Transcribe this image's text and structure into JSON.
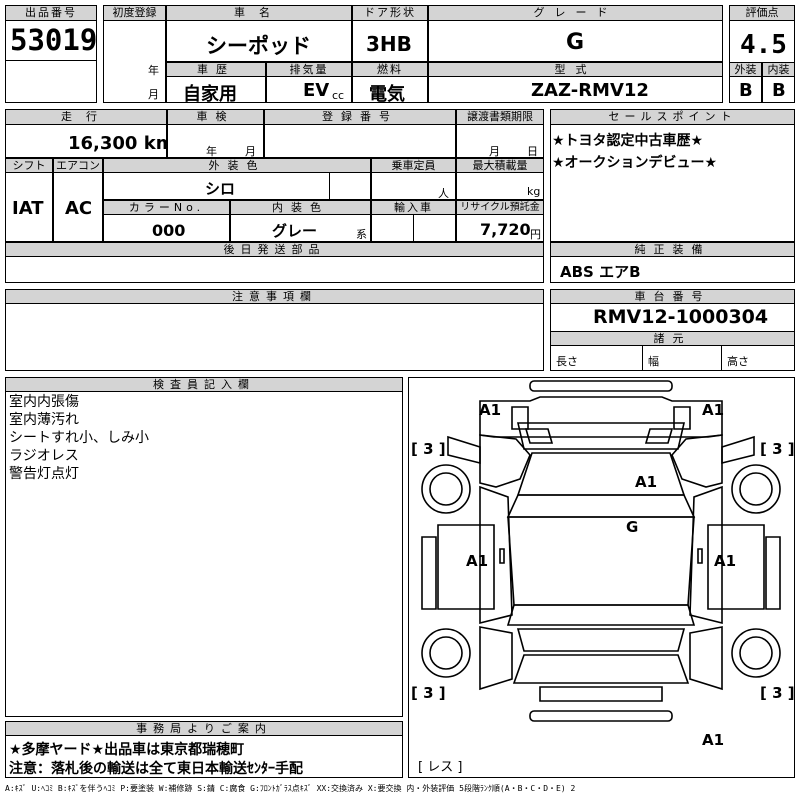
{
  "header": {
    "lot_label": "出品番号",
    "lot_no": "53019",
    "first_reg_label": "初度登録",
    "year_unit": "年",
    "month_unit": "月",
    "car_name_label": "車名",
    "car_name": "シーポッド",
    "door_label": "ドア形状",
    "door": "3HB",
    "grade_label": "グレード",
    "grade": "G",
    "score_label": "評価点",
    "score": "4.5",
    "history_label": "車歴",
    "history": "自家用",
    "displacement_label": "排気量",
    "displacement": "EV",
    "displacement_unit": "cc",
    "fuel_label": "燃料",
    "fuel": "電気",
    "model_label": "型式",
    "model": "ZAZ-RMV12",
    "exterior_label": "外装",
    "exterior": "B",
    "interior_label": "内装",
    "interior": "B"
  },
  "row2": {
    "mileage_label": "走行",
    "mileage": "16,300 km",
    "inspection_label": "車検",
    "inspection_year": "年",
    "inspection_month": "月",
    "reg_no_label": "登録番号",
    "transfer_label": "譲渡書類期限",
    "transfer_month": "月",
    "transfer_day": "日",
    "sales_label": "セールスポイント",
    "sales_points": [
      "★トヨタ認定中古車歴★",
      "★オークションデビュー★"
    ]
  },
  "row3": {
    "shift_label": "シフト",
    "shift": "IAT",
    "ac_label": "エアコン",
    "ac": "AC",
    "ext_color_label": "外装色",
    "ext_color": "シロ",
    "capacity_label": "乗車定員",
    "capacity_unit": "人",
    "load_label": "最大積載量",
    "load_unit": "kg",
    "color_no_label": "カラーNo.",
    "color_no": "000",
    "int_color_label": "内装色",
    "int_color": "グレー",
    "int_color_suffix": "系",
    "import_label": "輸入車",
    "recycle_label": "リサイクル預託金",
    "recycle": "7,720",
    "recycle_unit": "円"
  },
  "parts": {
    "later_label": "後日発送部品",
    "genuine_label": "純正装備",
    "genuine": "ABS エアB"
  },
  "notes": {
    "notes_label": "注意事項欄"
  },
  "chassis": {
    "chassis_label": "車台番号",
    "chassis_no": "RMV12-1000304",
    "dims_label": "諸元",
    "length_label": "長さ",
    "width_label": "幅",
    "height_label": "高さ"
  },
  "inspector": {
    "label": "検査員記入欄",
    "lines": [
      "室内内張傷",
      "室内薄汚れ",
      "シートすれ小、しみ小",
      "ラジオレス",
      "警告灯点灯"
    ]
  },
  "office": {
    "label": "事務局よりご案内",
    "lines": [
      "★多摩ヤード★出品車は東京都瑞穂町",
      "注意：落札後の輸送は全て東日本輸送ｾﾝﾀｰ手配"
    ]
  },
  "diagram": {
    "marks": {
      "front_left": "A1",
      "front_right": "A1",
      "hood": "A1",
      "roof": "G",
      "left_door": "A1",
      "right_door": "A1",
      "rear": "A1"
    },
    "tires": {
      "fl": "3",
      "fr": "3",
      "rl": "3",
      "rr": "3"
    },
    "spare": "レス"
  },
  "legend": "A:ｷｽﾞ U:ﾍｺﾐ B:ｷｽﾞを伴うﾍｺﾐ P:要塗装 W:補修跡 S:錆 C:腐食 G:ﾌﾛﾝﾄｶﾞﾗｽ点ｷｽﾞ XX:交換済み X:要交換 内・外装評価 5段階ﾗﾝｸ順(A・B・C・D・E) 2"
}
